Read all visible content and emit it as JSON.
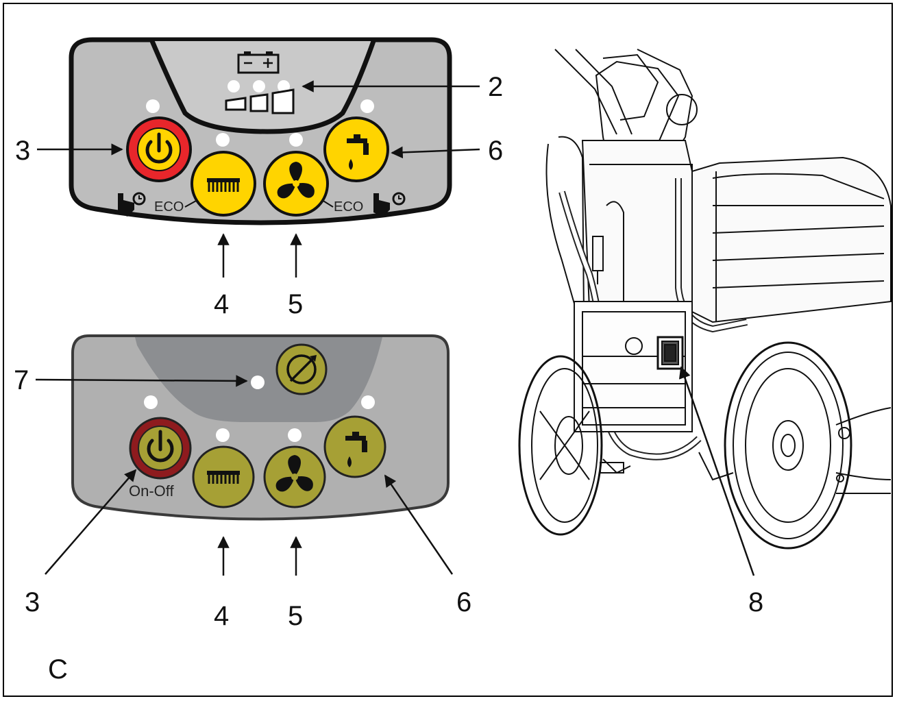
{
  "callouts": {
    "c2": "2",
    "c3_top": "3",
    "c4_top": "4",
    "c5_top": "5",
    "c6_top": "6",
    "c7": "7",
    "c3_bottom": "3",
    "c4_bottom": "4",
    "c5_bottom": "5",
    "c6_bottom": "6",
    "c8": "8"
  },
  "panel_top": {
    "eco_left": "ECO",
    "eco_right": "ECO"
  },
  "panel_bottom": {
    "on_off_label": "On-Off"
  },
  "figure_letter": "C",
  "colors": {
    "panel_top_bg": "#bdbdbd",
    "panel_bottom_bg": "#b0b0b0",
    "yellow": "#ffd400",
    "olive": "#a6a035",
    "red": "#e8262b",
    "dark_red": "#8e1b1e",
    "led": "#ffffff"
  },
  "icons": [
    "power-icon",
    "brush-icon",
    "fan-icon",
    "faucet-icon",
    "battery-icon",
    "speed-gauge-icon",
    "touch-timer-icon",
    "rocker-switch-icon"
  ]
}
